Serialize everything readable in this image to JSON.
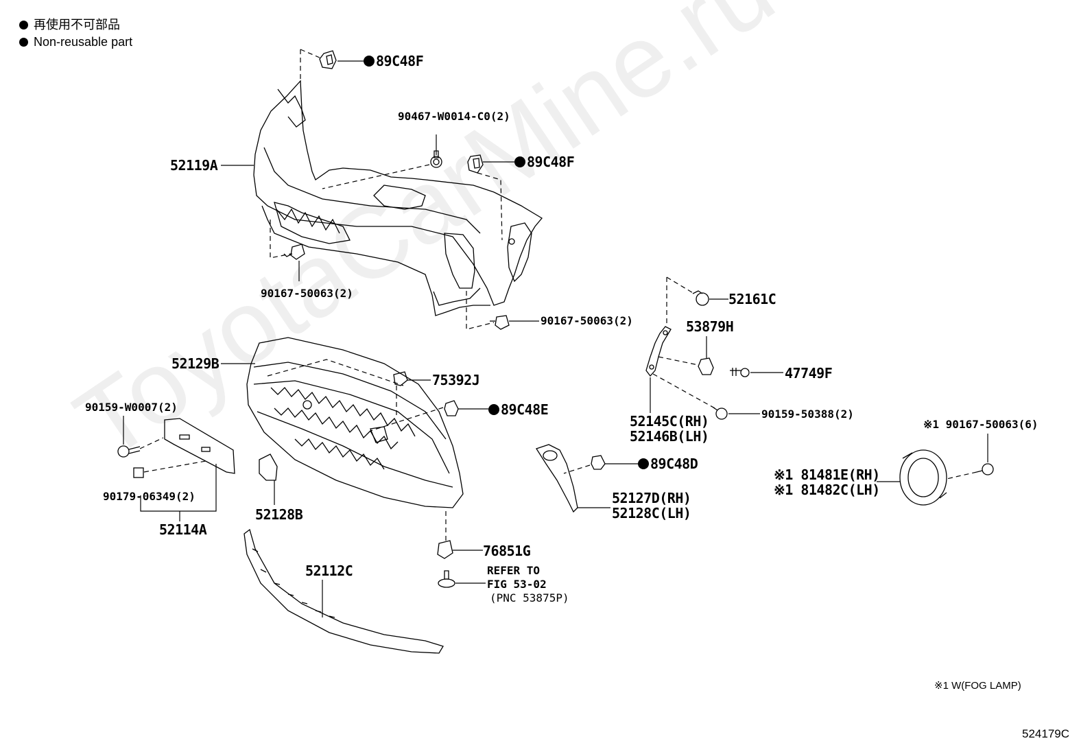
{
  "legend": {
    "line_jp": "再使用不可部品",
    "line_en": "Non-reusable part"
  },
  "watermark": "ToyotaCarMine.ru",
  "labels": {
    "p89C48F_top": "89C48F",
    "p90467": "90467-W0014-C0(2)",
    "p89C48F_mid": "89C48F",
    "p52119A": "52119A",
    "p90167_left": "90167-50063(2)",
    "p90167_right": "90167-50063(2)",
    "p52161C": "52161C",
    "p53879H": "53879H",
    "p47749F": "47749F",
    "p52129B": "52129B",
    "p75392J": "75392J",
    "p89C48E": "89C48E",
    "p90159_W0007": "90159-W0007(2)",
    "p90159_50388": "90159-50388(2)",
    "p52145C": "52145C(RH)",
    "p52146B": "52146B(LH)",
    "p90167_fog": "※1 90167-50063(6)",
    "p89C48D": "89C48D",
    "p81481E": "※1 81481E(RH)",
    "p81482C": "※1 81482C(LH)",
    "p90179": "90179-06349(2)",
    "p52128B": "52128B",
    "p52127D": "52127D(RH)",
    "p52128C": "52128C(LH)",
    "p52114A": "52114A",
    "p76851G": "76851G",
    "p52112C": "52112C",
    "refer_1": "REFER TO",
    "refer_2": "FIG 53-02",
    "refer_3": "(PNC 53875P)"
  },
  "footnote": "※1 W(FOG LAMP)",
  "figure_id": "524179C"
}
